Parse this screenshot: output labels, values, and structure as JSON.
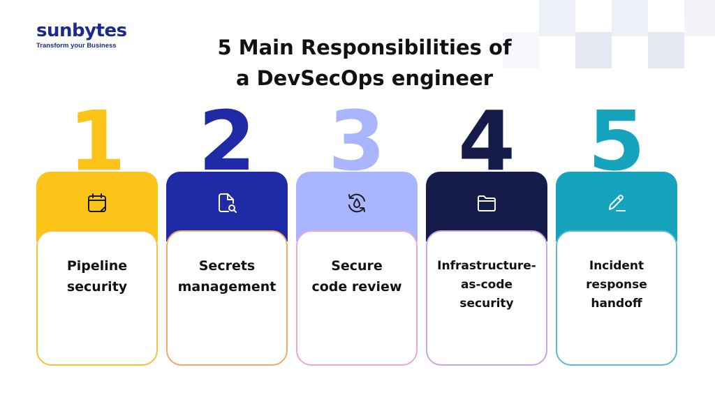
{
  "brand": {
    "name": "sunbytes",
    "tagline": "Transform your Business"
  },
  "title": "5 Main Responsibilities of\na DevSecOps engineer",
  "colors": {
    "yellow": "#fcc419",
    "blue": "#1f2aa6",
    "lavender": "#aab5ff",
    "navy": "#161c4a",
    "teal": "#16a3bd",
    "deco": "#f1f2f8"
  },
  "steps": [
    {
      "number": "1",
      "label": "Pipeline\nsecurity",
      "icon": "calendar-icon",
      "color": "#fcc419",
      "border": "#f6c23a"
    },
    {
      "number": "2",
      "label": "Secrets\nmanagement",
      "icon": "document-search-icon",
      "color": "#1f2aa6",
      "border": "#f0a96a"
    },
    {
      "number": "3",
      "label": "Secure\ncode review",
      "icon": "refresh-drop-icon",
      "color": "#aab5ff",
      "border": "#e9a6d6"
    },
    {
      "number": "4",
      "label": "Infrastructure-\nas-code\nsecurity",
      "icon": "folder-icon",
      "color": "#161c4a",
      "border": "#c8a6e6"
    },
    {
      "number": "5",
      "label": "Incident\nresponse\nhandoff",
      "icon": "pencil-icon",
      "color": "#16a3bd",
      "border": "#5ab8d8"
    }
  ]
}
